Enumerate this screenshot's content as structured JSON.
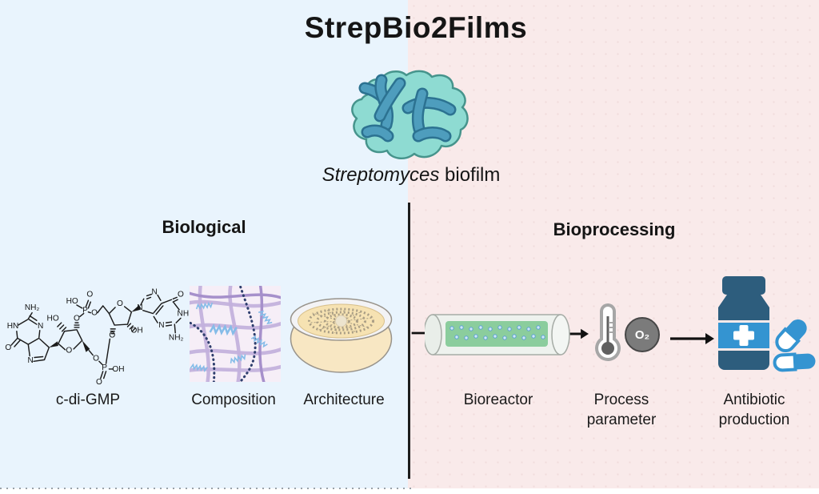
{
  "title": "StrepBio2Films",
  "subtitle": {
    "italic": "Streptomyces",
    "rest": " biofilm"
  },
  "biological": {
    "heading": "Biological",
    "items": [
      {
        "label": "c-di-GMP"
      },
      {
        "label": "Composition"
      },
      {
        "label": "Architecture"
      }
    ]
  },
  "bioprocessing": {
    "heading": "Bioprocessing",
    "items": [
      {
        "lines": [
          "Bioreactor"
        ]
      },
      {
        "lines": [
          "Process",
          "parameter"
        ]
      },
      {
        "lines": [
          "Antibiotic",
          "production"
        ]
      }
    ],
    "o2_label": "O₂"
  },
  "chemistry": {
    "nh2": "NH₂",
    "hn": "HN",
    "nh": "NH",
    "n": "N",
    "o": "O",
    "ho": "HO",
    "oh": "OH",
    "p": "P"
  },
  "colors": {
    "left_bg": "#e9f4fd",
    "right_bg": "#f9eaea",
    "biofilm_fill": "#8edbd2",
    "biofilm_outline": "#46948c",
    "rod_fill": "#4e9dbd",
    "rod_outline": "#2c7291",
    "bottle_dark": "#2d5d7d",
    "bottle_light": "#3494d1",
    "reactor_green": "#8bcd9d",
    "gray_icon": "#7b7b7b"
  }
}
